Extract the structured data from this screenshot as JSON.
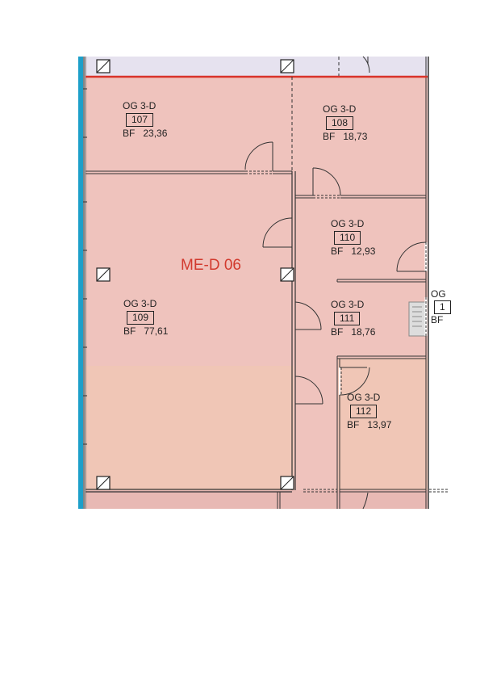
{
  "zone_label": "ME-D 06",
  "rooms": [
    {
      "id": "107",
      "level": "OG 3-D",
      "number": "107",
      "area_label": "BF",
      "area_value": "23,36"
    },
    {
      "id": "108",
      "level": "OG 3-D",
      "number": "108",
      "area_label": "BF",
      "area_value": "18,73"
    },
    {
      "id": "109",
      "level": "OG 3-D",
      "number": "109",
      "area_label": "BF",
      "area_value": "77,61"
    },
    {
      "id": "110",
      "level": "OG 3-D",
      "number": "110",
      "area_label": "BF",
      "area_value": "12,93"
    },
    {
      "id": "111",
      "level": "OG 3-D",
      "number": "111",
      "area_label": "BF",
      "area_value": "18,76"
    },
    {
      "id": "112",
      "level": "OG 3-D",
      "number": "112",
      "area_label": "BF",
      "area_value": "13,97"
    }
  ],
  "partial_label": {
    "level": "OG",
    "number": "1",
    "area_label": "BF"
  },
  "colors": {
    "room_fill": "#efc3bd",
    "room_fill_light": "#f0c6b6",
    "top_strip": "#e6e2ef",
    "outer_wall": "#1d9fc9",
    "red_line": "#d9342b",
    "text_red": "#d23a2e"
  }
}
